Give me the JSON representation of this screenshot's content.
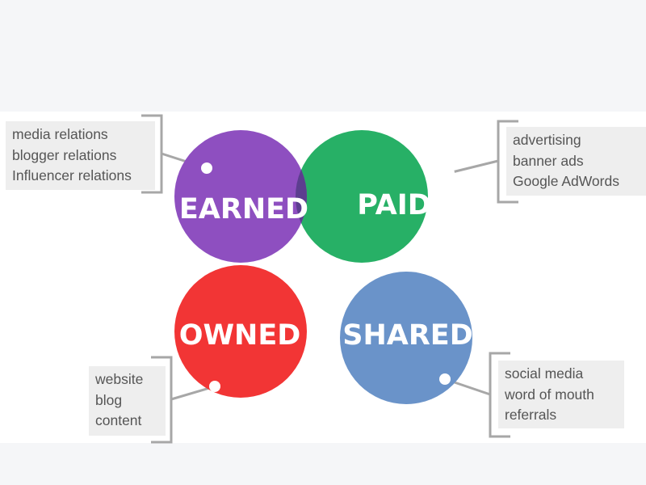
{
  "circles": {
    "earned": {
      "label": "EARNED",
      "color": "#8e4fc0"
    },
    "paid": {
      "label": "PAID",
      "color": "#27b066"
    },
    "owned": {
      "label": "OWNED",
      "color": "#f23535"
    },
    "shared": {
      "label": "SHARED",
      "color": "#6a93c9"
    }
  },
  "overlaps": {
    "earned_paid": "#5c3e8f",
    "earned_owned": "#9a2f7d",
    "owned_shared": "#d22d44",
    "paid_shared": "#3e8e9c"
  },
  "callouts": {
    "earned": [
      "media relations",
      "blogger relations",
      "Influencer relations"
    ],
    "paid": [
      "advertising",
      "banner ads",
      "Google AdWords"
    ],
    "owned": [
      "website",
      "blog",
      "content"
    ],
    "shared": [
      "social media",
      "word of mouth",
      "referrals"
    ]
  },
  "colors": {
    "connector": "#a7a7a7",
    "box_bg": "#eeeeee",
    "box_text": "#555555"
  }
}
